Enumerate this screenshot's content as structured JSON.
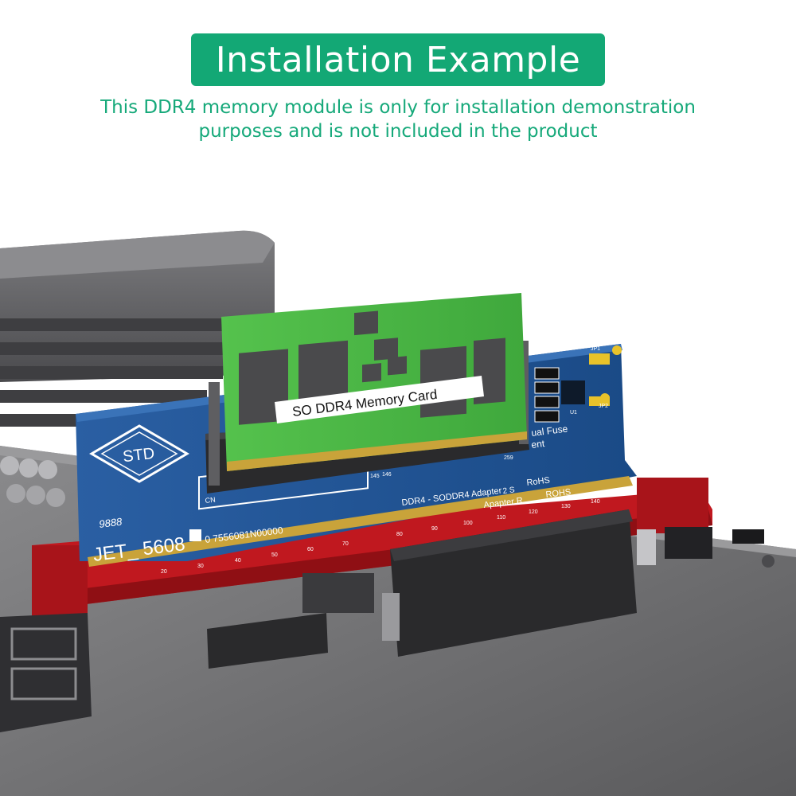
{
  "header": {
    "title": "Installation Example",
    "subtitle_line1": "This DDR4 memory module is only for installation demonstration",
    "subtitle_line2": "purposes and is not included in the product"
  },
  "module": {
    "label": "SO  DDR4  Memory  Card"
  },
  "adapter": {
    "logo": "STD",
    "model": "JET_ 5608",
    "serial": "0  7556081N00000",
    "code": "9888",
    "desc1": "DDR4 - SODDR4  Adapter",
    "desc1b": "2 S",
    "desc2": "Apapter  R",
    "rohs1": "RoHS",
    "rohs2": "ROHS",
    "fuse1": "ual  Fuse",
    "fuse2": "ent",
    "cn": "CN",
    "u1": "U1",
    "jp1": "JP1",
    "jp2": "JP2",
    "pin_numbers": [
      "20",
      "30",
      "40",
      "50",
      "60",
      "70",
      "80",
      "90",
      "100",
      "110",
      "120",
      "130",
      "140"
    ],
    "pin_top": [
      "145",
      "146"
    ],
    "pin_259": "259"
  },
  "colors": {
    "accent": "#13a875",
    "pcb_blue": "#1f4f8c",
    "module_green": "#4cb848",
    "slot_red": "#c0181f",
    "board_gray": "#6e6e70"
  }
}
